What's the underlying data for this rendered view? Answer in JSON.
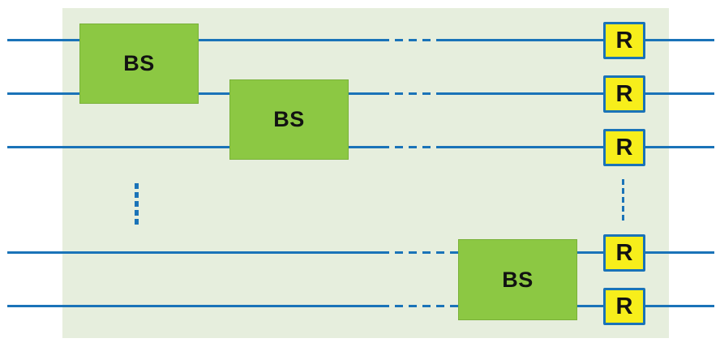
{
  "diagram": {
    "title": "",
    "beam_splitters": [
      {
        "label": "BS"
      },
      {
        "label": "BS"
      },
      {
        "label": "BS"
      }
    ],
    "detectors": [
      {
        "label": "R"
      },
      {
        "label": "R"
      },
      {
        "label": "R"
      },
      {
        "label": "R"
      },
      {
        "label": "R"
      }
    ],
    "colors": {
      "canvas": "#ffffff",
      "panel": "#e6eedd",
      "wire": "#1a73b8",
      "bs_fill": "#8cc843",
      "bs_edge": "#7ab139",
      "r_fill": "#f7ee1b",
      "label": "#121212"
    }
  }
}
